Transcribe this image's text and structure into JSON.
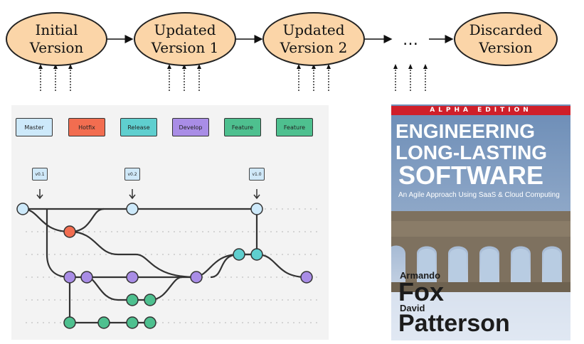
{
  "flow": {
    "nodes": [
      {
        "id": "initial",
        "lines": [
          "Initial",
          "Version"
        ]
      },
      {
        "id": "updated1",
        "lines": [
          "Updated",
          "Version 1"
        ]
      },
      {
        "id": "updated2",
        "lines": [
          "Updated",
          "Version 2"
        ]
      },
      {
        "id": "discarded",
        "lines": [
          "Discarded",
          "Version"
        ]
      }
    ],
    "ellipsis": "…",
    "node_fill": "#fbd5a8"
  },
  "git_diagram": {
    "branches": [
      {
        "label": "Master",
        "color": "#cde9fa"
      },
      {
        "label": "Hotfix",
        "color": "#f26d50"
      },
      {
        "label": "Release",
        "color": "#5fcfcf"
      },
      {
        "label": "Develop",
        "color": "#a98de6"
      },
      {
        "label": "Feature",
        "color": "#4ec08f"
      },
      {
        "label": "Feature",
        "color": "#4ec08f"
      }
    ],
    "tags": [
      "v0.1",
      "v0.2",
      "v1.0"
    ]
  },
  "book": {
    "edition": "ALPHA EDITION",
    "title_line1": "ENGINEERING",
    "title_line2": "LONG-LASTING",
    "title_line3": "SOFTWARE",
    "subtitle": "An Agile Approach Using SaaS & Cloud Computing",
    "author1_first": "Armando",
    "author1_last": "Fox",
    "author2_first": "David",
    "author2_last": "Patterson"
  }
}
